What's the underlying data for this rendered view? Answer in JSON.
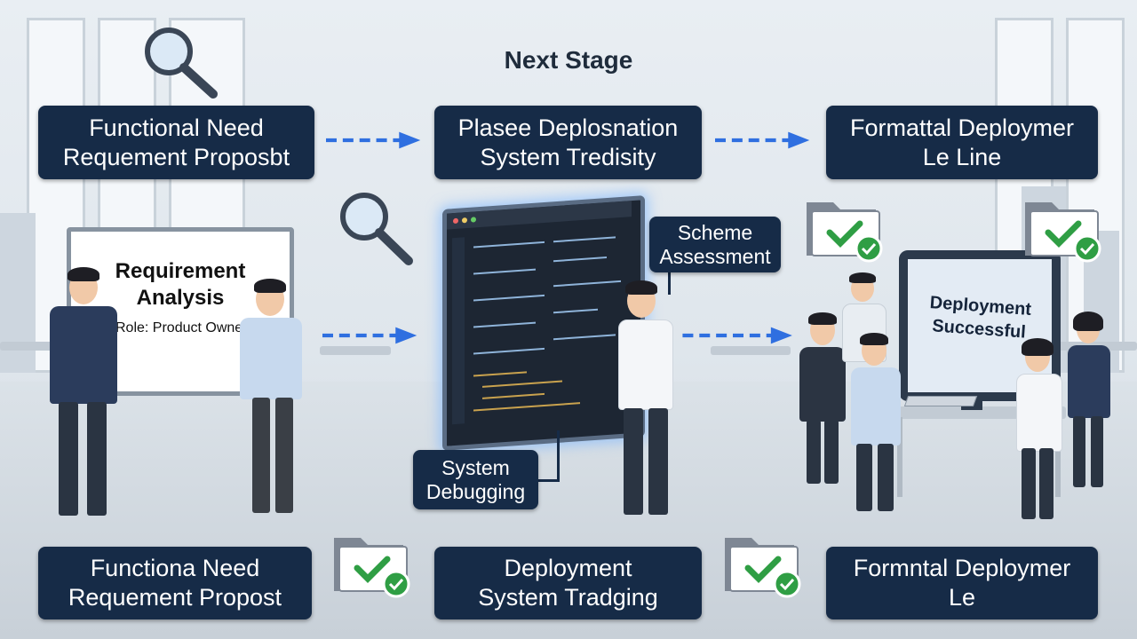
{
  "title": "Next Stage",
  "top_row": [
    {
      "line1": "Functional Need",
      "line2": "Requement Proposbt"
    },
    {
      "line1": "Plasee Deplosnation",
      "line2": "System Tredisity"
    },
    {
      "line1": "Formattal Deploymer",
      "line2": "Le Line"
    }
  ],
  "bottom_row": [
    {
      "line1": "Functiona Need",
      "line2": "Requement Propost"
    },
    {
      "line1": "Deployment",
      "line2": "System Tradging"
    },
    {
      "line1": "Formntal Deploymer",
      "line2": "Le"
    }
  ],
  "callouts": {
    "scheme_line1": "Scheme",
    "scheme_line2": "Assessment",
    "debug_line1": "System",
    "debug_line2": "Debugging"
  },
  "whiteboard": {
    "title_line1": "Requirement",
    "title_line2": "Analysis",
    "subtitle": "Role: Product Owner"
  },
  "monitor": {
    "line1": "Deployment",
    "line2": "Successful"
  },
  "colors": {
    "box_bg": "#162b47",
    "arrow": "#2f6fe0",
    "check_green": "#2f9e44"
  },
  "icons": [
    "magnifier-icon",
    "folder-check-icon",
    "dashed-arrow-icon"
  ]
}
